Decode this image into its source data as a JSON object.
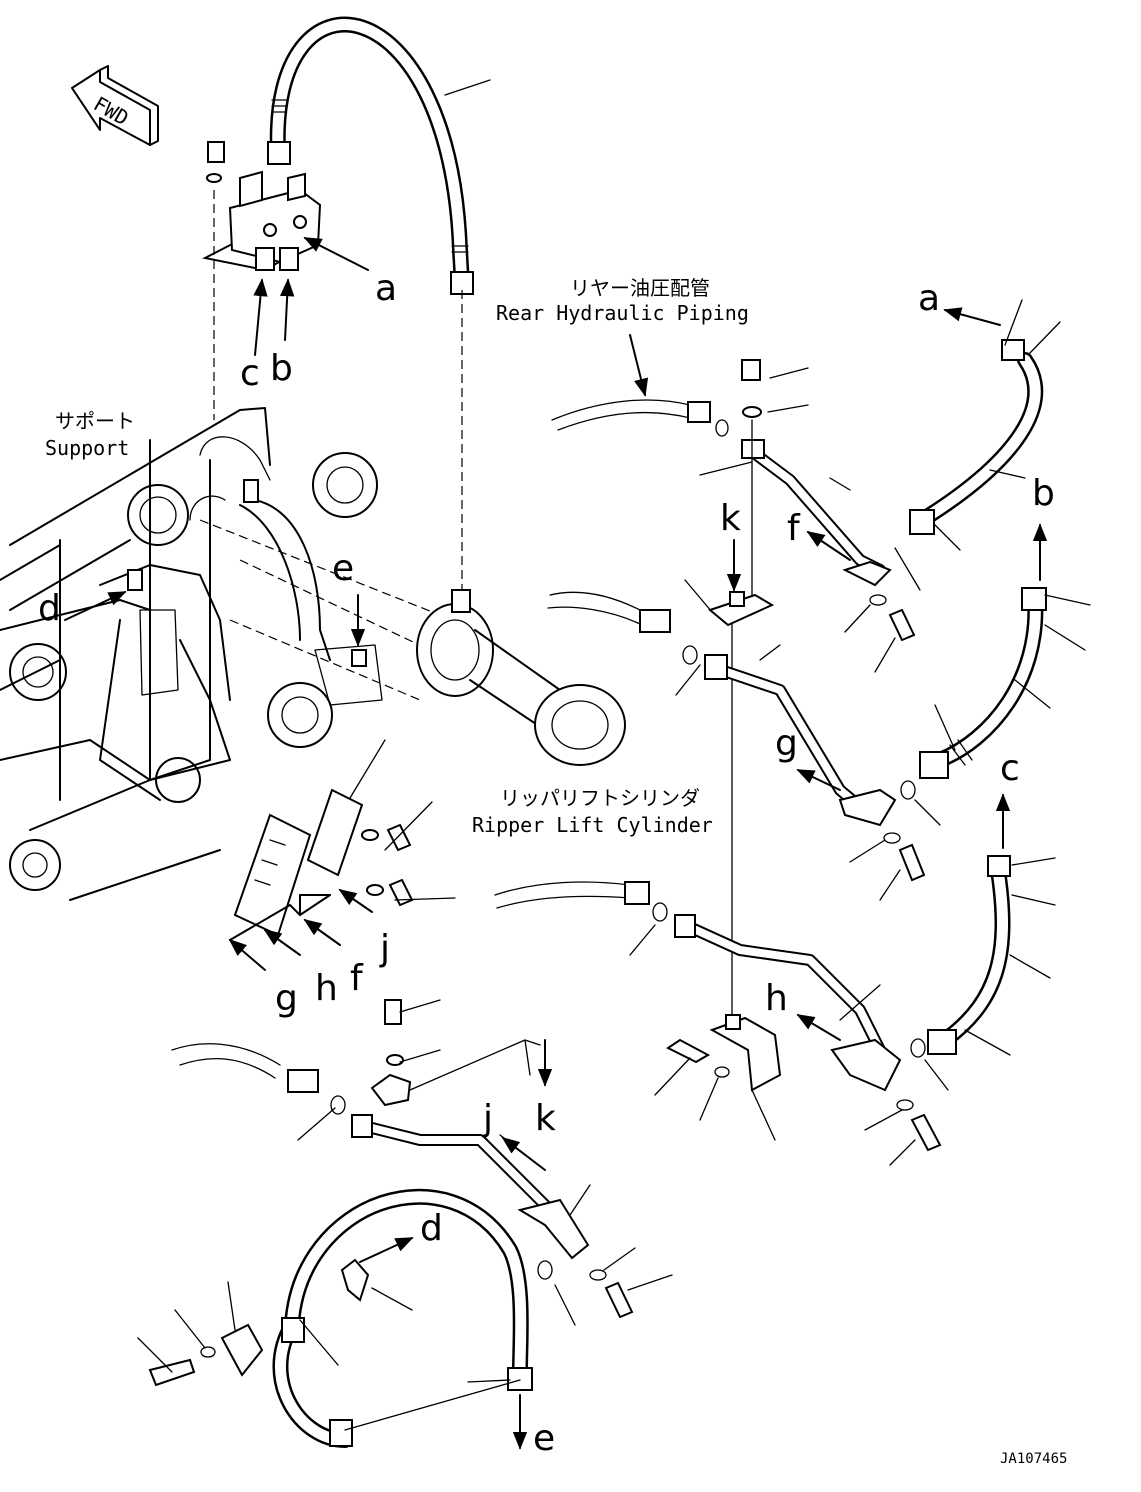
{
  "fwd_label": "FWD",
  "captions": {
    "rear_jp": "リヤー油圧配管",
    "rear_en": "Rear Hydraulic Piping",
    "support_jp": "サポート",
    "support_en": "Support",
    "cyl_jp": "リッパリフトシリンダ",
    "cyl_en": "Ripper Lift Cylinder"
  },
  "refs": {
    "a_top": "a",
    "c_top": "c",
    "b_top": "b",
    "d_left": "d",
    "e_mid": "e",
    "a_right": "a",
    "b_right": "b",
    "c_right": "c",
    "k_mid": "k",
    "f_mid": "f",
    "g_mid": "g",
    "h_mid": "h",
    "g_low": "g",
    "h_low": "h",
    "f_low": "f",
    "j_low": "j",
    "j_bot": "j",
    "k_bot": "k",
    "d_bot": "d",
    "e_bot": "e"
  },
  "drawing_id": "JA107465"
}
